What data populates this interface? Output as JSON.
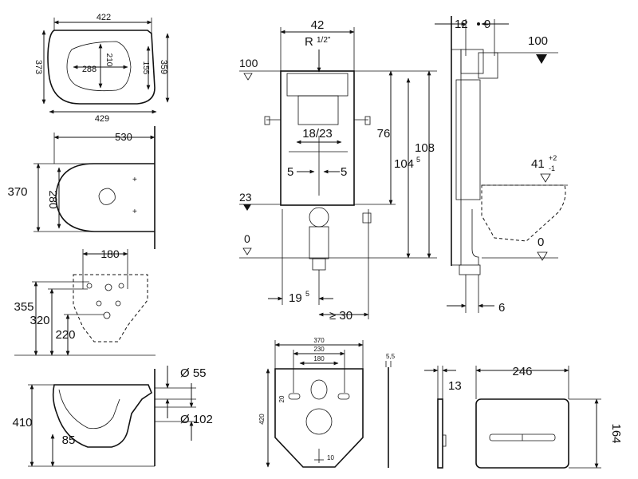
{
  "seat": {
    "outer_width": "422",
    "bottom_width": "429",
    "height_left": "373",
    "height_right": "359",
    "inner_width": "288",
    "inner_height": "210",
    "side_offset": "155"
  },
  "bowl_top": {
    "length": "530",
    "width": "370",
    "inner_width": "280"
  },
  "bowl_back": {
    "hole_spacing": "180",
    "h1": "355",
    "h2": "320",
    "h3": "220"
  },
  "bowl_side": {
    "height": "410",
    "offset": "85",
    "d_top": "Ø 55",
    "d_bottom": "Ø 102"
  },
  "frame": {
    "width": "42",
    "inlet": "R",
    "inlet_frac": "1/2\"",
    "level_top": "100",
    "level_side": "23",
    "level_zero": "0",
    "spacing": "18/23",
    "offset_left": "5",
    "offset_right": "5",
    "h76": "76",
    "h104": "104",
    "h104_sup": "5",
    "h108": "108",
    "bottom_left": "19",
    "bottom_left_sup": "5",
    "bottom_right": "≥ 30"
  },
  "frame_side": {
    "top_a": "12",
    "top_b": "9",
    "level_top": "100",
    "height_base": "41",
    "tol_plus": "+2",
    "tol_minus": "-1",
    "level_zero": "0",
    "bottom": "6"
  },
  "plate": {
    "w370": "370",
    "w230": "230",
    "w180": "180",
    "height": "420",
    "slot": "20",
    "hole": "10",
    "thickness": "5,5"
  },
  "button": {
    "thickness": "13",
    "width": "246",
    "height": "164"
  }
}
